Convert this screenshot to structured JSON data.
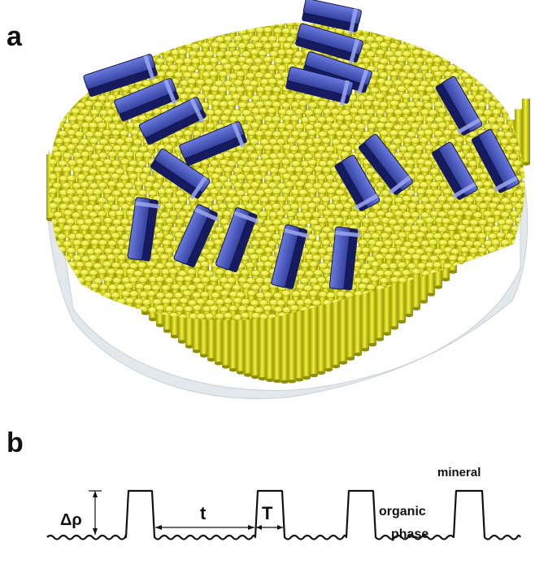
{
  "panel_a": {
    "label": "a"
  },
  "panel_b": {
    "label": "b",
    "delta_rho_label": "Δρ",
    "t_label": "t",
    "T_label": "T",
    "mineral_label": "mineral",
    "organic_label_line1": "organic",
    "organic_label_line2": "phase"
  },
  "colors": {
    "rod_yellow": "#e3e311",
    "rod_yellow_light": "#f7f76a",
    "rod_yellow_dark": "#8c8c08",
    "platelet_blue": "#2d3a9a",
    "platelet_blue_light": "#6f7fd8",
    "platelet_blue_dark": "#141a5a",
    "base_grey": "#d7dde2",
    "line": "#111111"
  }
}
